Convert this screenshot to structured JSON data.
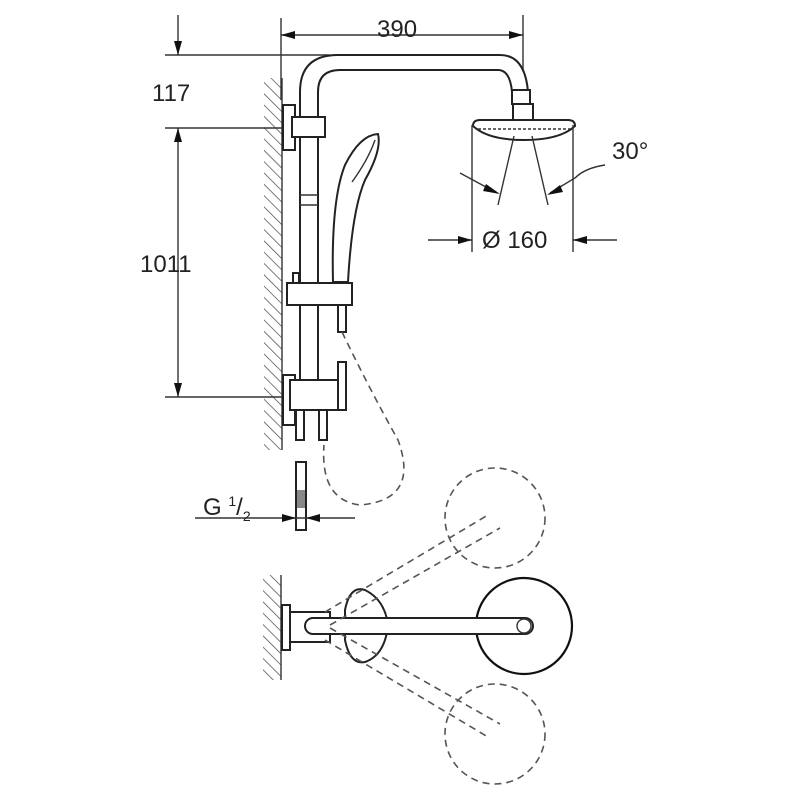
{
  "title": "Shower system dimension drawing",
  "dimensions": {
    "arm_length": "390",
    "top_offset": "117",
    "rail_height": "1011",
    "spray_angle": "30°",
    "head_diameter": "Ø 160",
    "connection_prefix": "G ",
    "connection_num": "1",
    "connection_den": "2"
  }
}
